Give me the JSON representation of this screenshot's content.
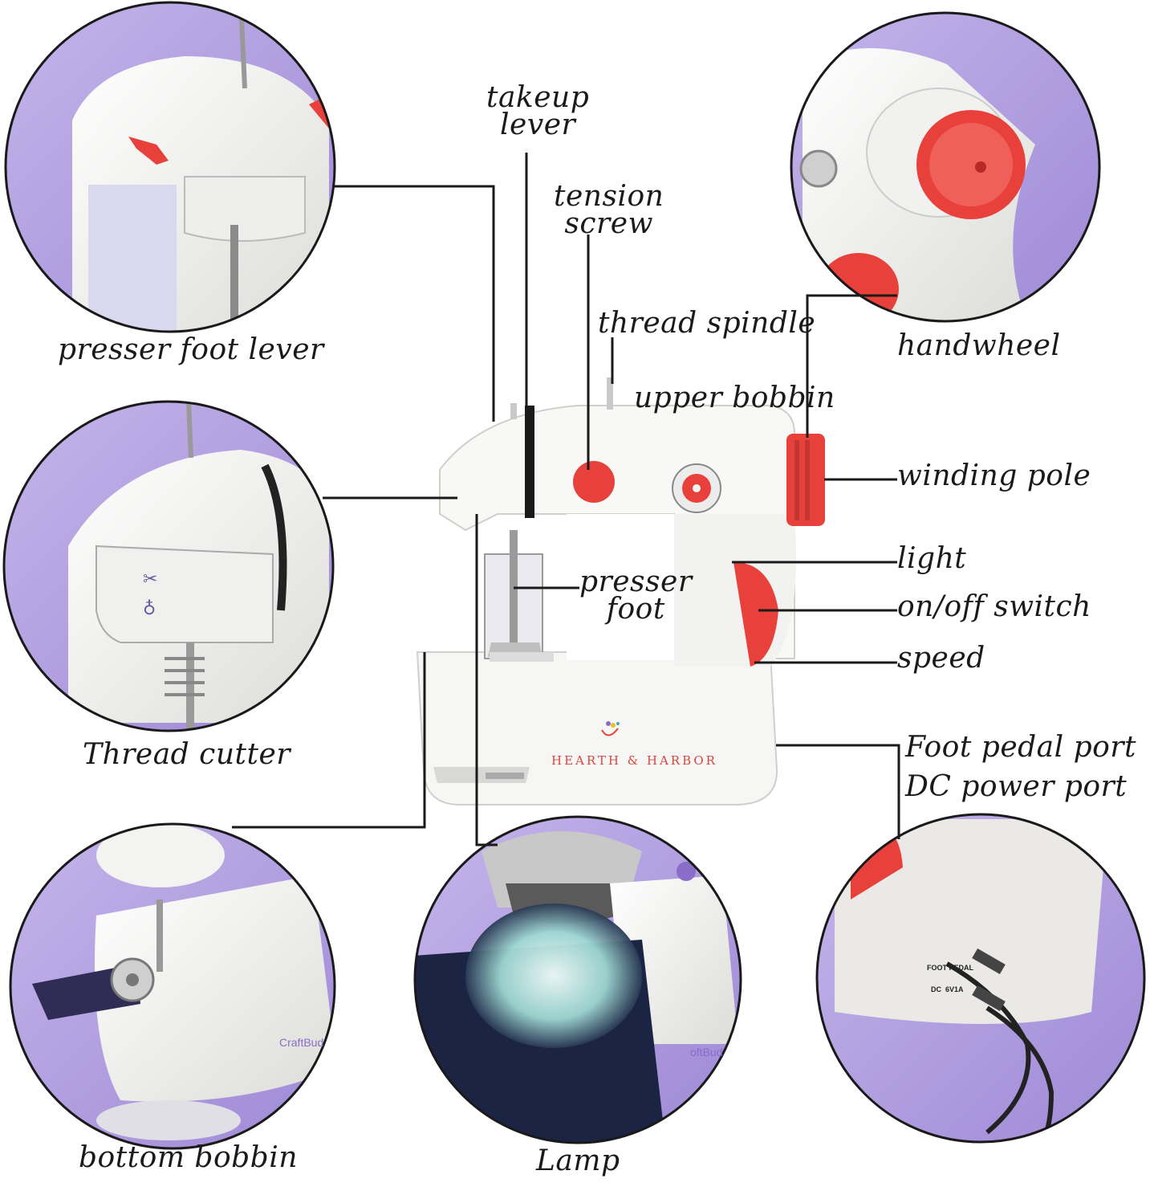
{
  "labels": {
    "takeup_lever": [
      "takeup",
      "lever"
    ],
    "tension_screw": [
      "tension",
      "screw"
    ],
    "thread_spindle": "thread spindle",
    "upper_bobbin": "upper bobbin",
    "winding_pole": "winding pole",
    "light": "light",
    "on_off_switch": "on/off switch",
    "speed": "speed",
    "presser_foot": [
      "presser",
      "foot"
    ],
    "presser_foot_lever": "presser foot lever",
    "handwheel": "handwheel",
    "thread_cutter": "Thread cutter",
    "foot_pedal_port": "Foot pedal port",
    "dc_power_port": "DC power port",
    "bottom_bobbin": "bottom bobbin",
    "lamp": "Lamp"
  },
  "brand": {
    "name": "HEARTH & HARBOR",
    "photo_brand": "CraftBud",
    "photo_brand_partial": "oftBud"
  },
  "port_panel": {
    "foot_pedal": "FOOT PEDAL",
    "dc": "DC  6V1A"
  },
  "colors": {
    "background": "#ffffff",
    "lavender": "#b6a3e0",
    "machine_white": "#f3f3f1",
    "accent_red": "#e8413b",
    "outline": "#1a1a1a"
  },
  "icons": [
    "sewing-machine-icon",
    "handwheel-icon",
    "thread-cutter-icon",
    "bobbin-icon",
    "lamp-icon",
    "port-icon"
  ]
}
